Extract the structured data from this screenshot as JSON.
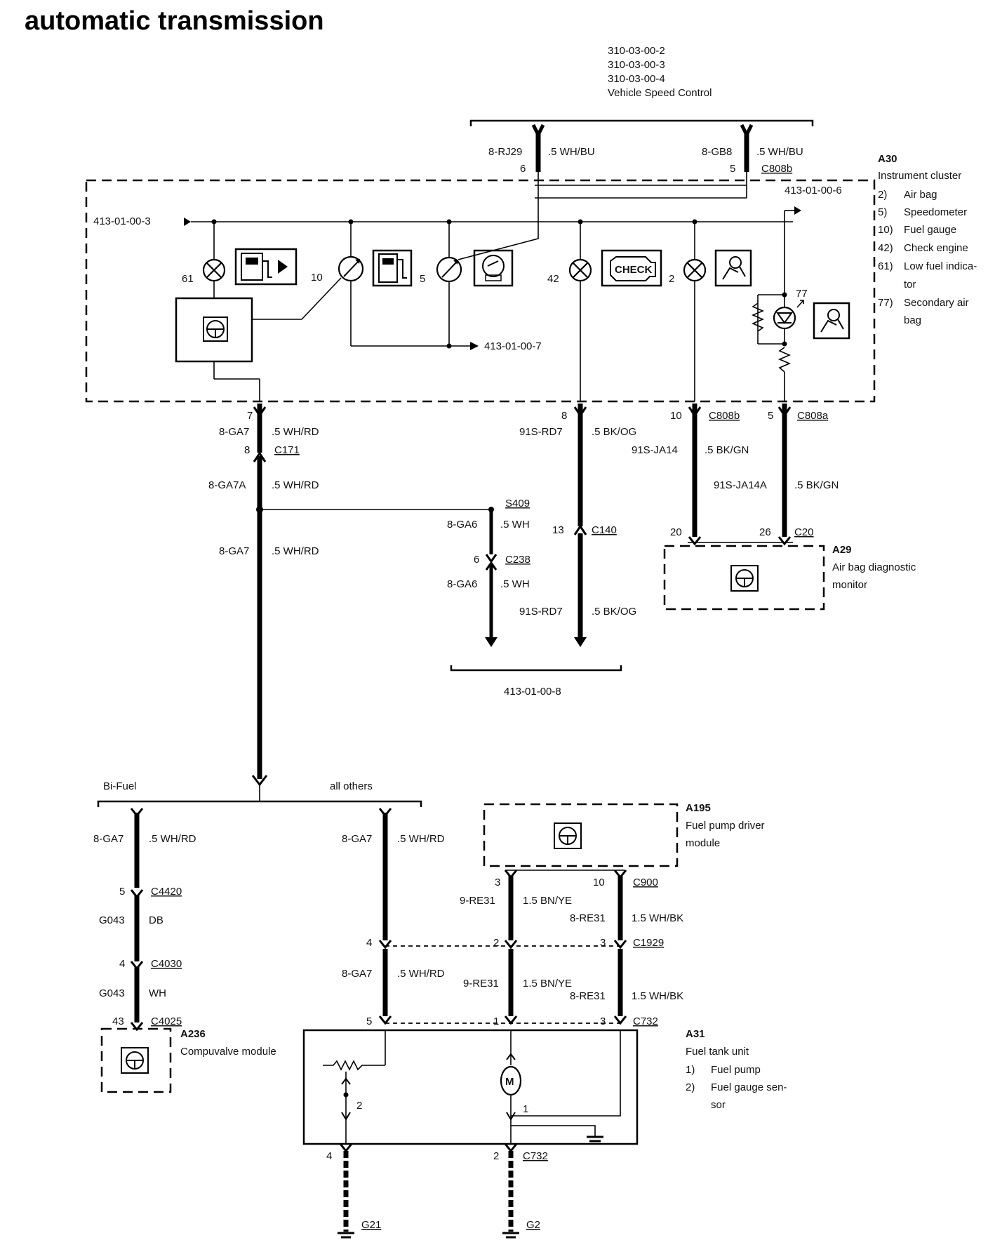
{
  "title": "automatic transmission",
  "header_refs": [
    "310-03-00-2",
    "310-03-00-3",
    "310-03-00-4",
    "Vehicle Speed Control"
  ],
  "top_connectors": {
    "left": {
      "circuit": "8-RJ29",
      "wire": ".5 WH/BU",
      "pin": "6"
    },
    "right": {
      "circuit": "8-GB8",
      "wire": ".5 WH/BU",
      "pin": "5",
      "connector": "C808b"
    }
  },
  "a30": {
    "id": "A30",
    "name": "Instrument cluster",
    "legend": [
      "2)",
      "Air bag",
      "5)",
      "Speedometer",
      "10)",
      "Fuel gauge",
      "42)",
      "Check engine",
      "61)",
      "Low fuel indica-",
      "tor",
      "77)",
      "Secondary air",
      "bag"
    ],
    "ref_in": "413-01-00-3",
    "ref_out": "413-01-00-6",
    "ref_mid": "413-01-00-7",
    "component_nums": [
      "61",
      "10",
      "5",
      "42",
      "2",
      "77"
    ],
    "check_label": "CHECK"
  },
  "cluster_out": {
    "left": {
      "pin": "7",
      "circuit": "8-GA7",
      "wire": ".5 WH/RD",
      "pin2": "8",
      "connector": "C171"
    },
    "mid": {
      "pin": "8",
      "circuit": "91S-RD7",
      "wire": ".5 BK/OG"
    },
    "r1": {
      "pin": "10",
      "connector": "C808b",
      "circuit": "91S-JA14",
      "wire": ".5 BK/GN"
    },
    "r2": {
      "pin": "5",
      "connector": "C808a",
      "circuit": "91S-JA14A",
      "wire": ".5 BK/GN"
    }
  },
  "left_branch": {
    "circuit1": "8-GA7A",
    "wire1": ".5 WH/RD",
    "splice": "S409",
    "circuit2": "8-GA7",
    "wire2": ".5 WH/RD"
  },
  "s409_branch": {
    "circuit": "8-GA6",
    "wire": ".5 WH",
    "pin": "6",
    "connector": "C238",
    "circuit2": "8-GA6",
    "wire2": ".5 WH"
  },
  "c140": {
    "pin": "13",
    "connector": "C140",
    "circuit": "91S-RD7",
    "wire": ".5 BK/OG"
  },
  "ref_bottom_mid": "413-01-00-8",
  "a29": {
    "id": "A29",
    "name_lines": [
      "Air bag diagnostic",
      "monitor"
    ],
    "pin1": "20",
    "pin2": "26",
    "connector": "C20"
  },
  "fuel_split": {
    "left": "Bi-Fuel",
    "right": "all others"
  },
  "bifuel": {
    "circuit": "8-GA7",
    "wire": ".5 WH/RD",
    "pin_a": "5",
    "conn_a": "C4420",
    "circ_a": "G043",
    "wire_a": "DB",
    "pin_b": "4",
    "conn_b": "C4030",
    "circ_b": "G043",
    "wire_b": "WH",
    "pin_c": "43",
    "conn_c": "C4025"
  },
  "a236": {
    "id": "A236",
    "name": "Compuvalve module"
  },
  "a195": {
    "id": "A195",
    "name_lines": [
      "Fuel pump driver",
      "module"
    ]
  },
  "fp_wiring": {
    "pin3": "3",
    "pin10": "10",
    "conn_c900": "C900",
    "c_re31": "9-RE31",
    "w_bnye": "1.5 BN/YE",
    "c_re31b": "8-RE31",
    "w_whbk": "1.5 WH/BK",
    "ga7": "8-GA7",
    "w_ga7": ".5 WH/RD",
    "pin4": "4",
    "pin2": "2",
    "pin3b": "3",
    "conn_c1929": "C1929",
    "pin5": "5",
    "pin1": "1",
    "pin3c": "3",
    "conn_c732": "C732"
  },
  "a31": {
    "id": "A31",
    "name": "Fuel tank unit",
    "legend": [
      "1)",
      "Fuel pump",
      "2)",
      "Fuel gauge sen-",
      "sor"
    ],
    "num1": "1",
    "num2": "2",
    "motor": "M"
  },
  "grounds": {
    "pin4": "4",
    "pin2": "2",
    "conn": "C732",
    "g21": "G21",
    "g2": "G2"
  }
}
